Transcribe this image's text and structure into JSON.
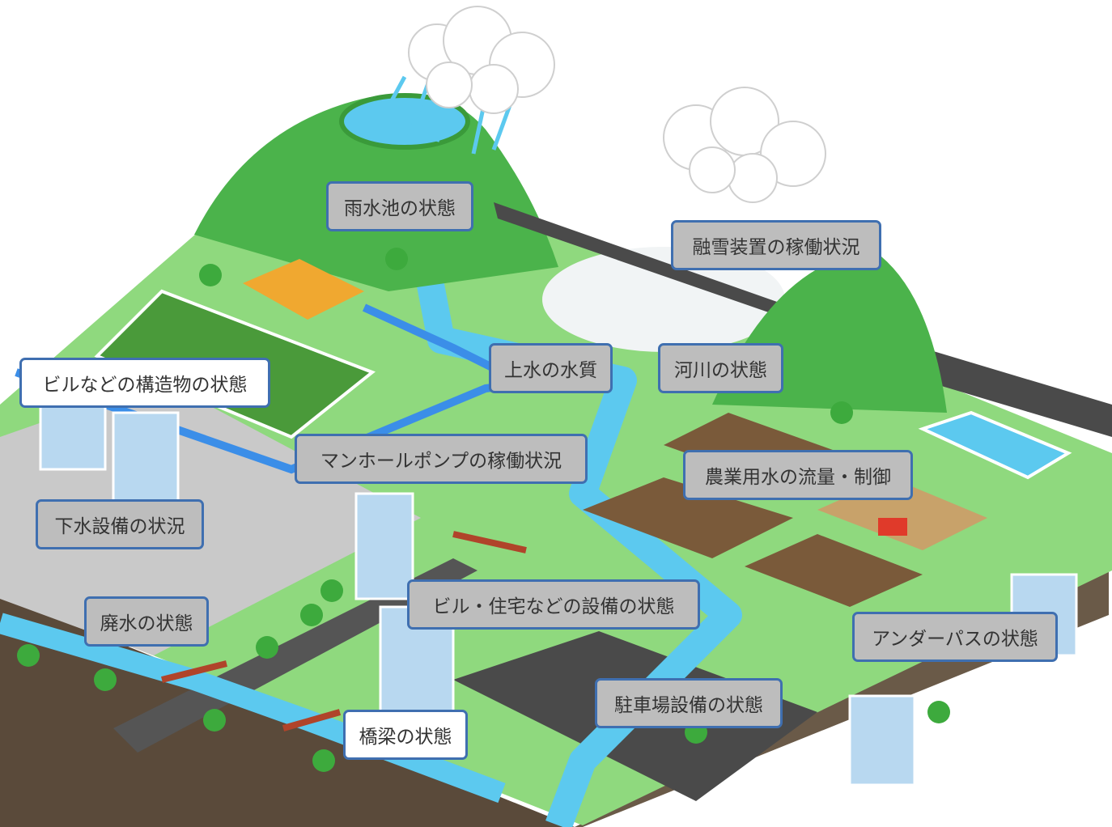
{
  "labels": {
    "rain_pond": "雨水池の状態",
    "snow_melt": "融雪装置の稼働状況",
    "building_structure": "ビルなどの構造物の状態",
    "water_quality": "上水の水質",
    "river": "河川の状態",
    "manhole_pump": "マンホールポンプの稼働状況",
    "agri_water": "農業用水の流量・制御",
    "sewer": "下水設備の状況",
    "facility": "ビル・住宅などの設備の状態",
    "wastewater": "廃水の状態",
    "underpass": "アンダーパスの状態",
    "parking": "駐車場設備の状態",
    "bridge": "橋梁の状態"
  },
  "colors": {
    "ground": "#8fd97e",
    "hill": "#4bb34b",
    "water": "#5cc9ef",
    "pipe": "#3b8ee8",
    "road": "#404040",
    "label_border": "#3f6fb0",
    "label_fill": "#bdbdbd"
  }
}
